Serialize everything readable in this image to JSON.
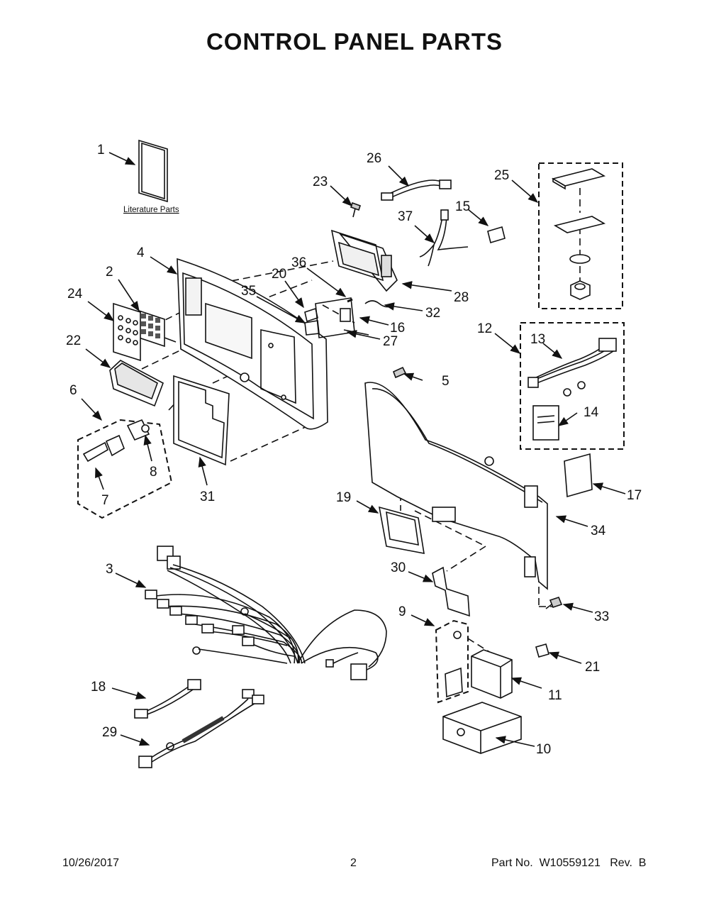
{
  "title": "CONTROL PANEL PARTS",
  "literature_label": "Literature Parts",
  "callouts": [
    "1",
    "2",
    "3",
    "4",
    "5",
    "6",
    "7",
    "8",
    "9",
    "10",
    "11",
    "12",
    "13",
    "14",
    "15",
    "16",
    "17",
    "18",
    "19",
    "20",
    "21",
    "22",
    "23",
    "24",
    "25",
    "26",
    "27",
    "28",
    "29",
    "30",
    "31",
    "32",
    "33",
    "34",
    "35",
    "36",
    "37"
  ],
  "footer": {
    "date": "10/26/2017",
    "page": "2",
    "part": "Part No.  W10559121   Rev.  B"
  }
}
